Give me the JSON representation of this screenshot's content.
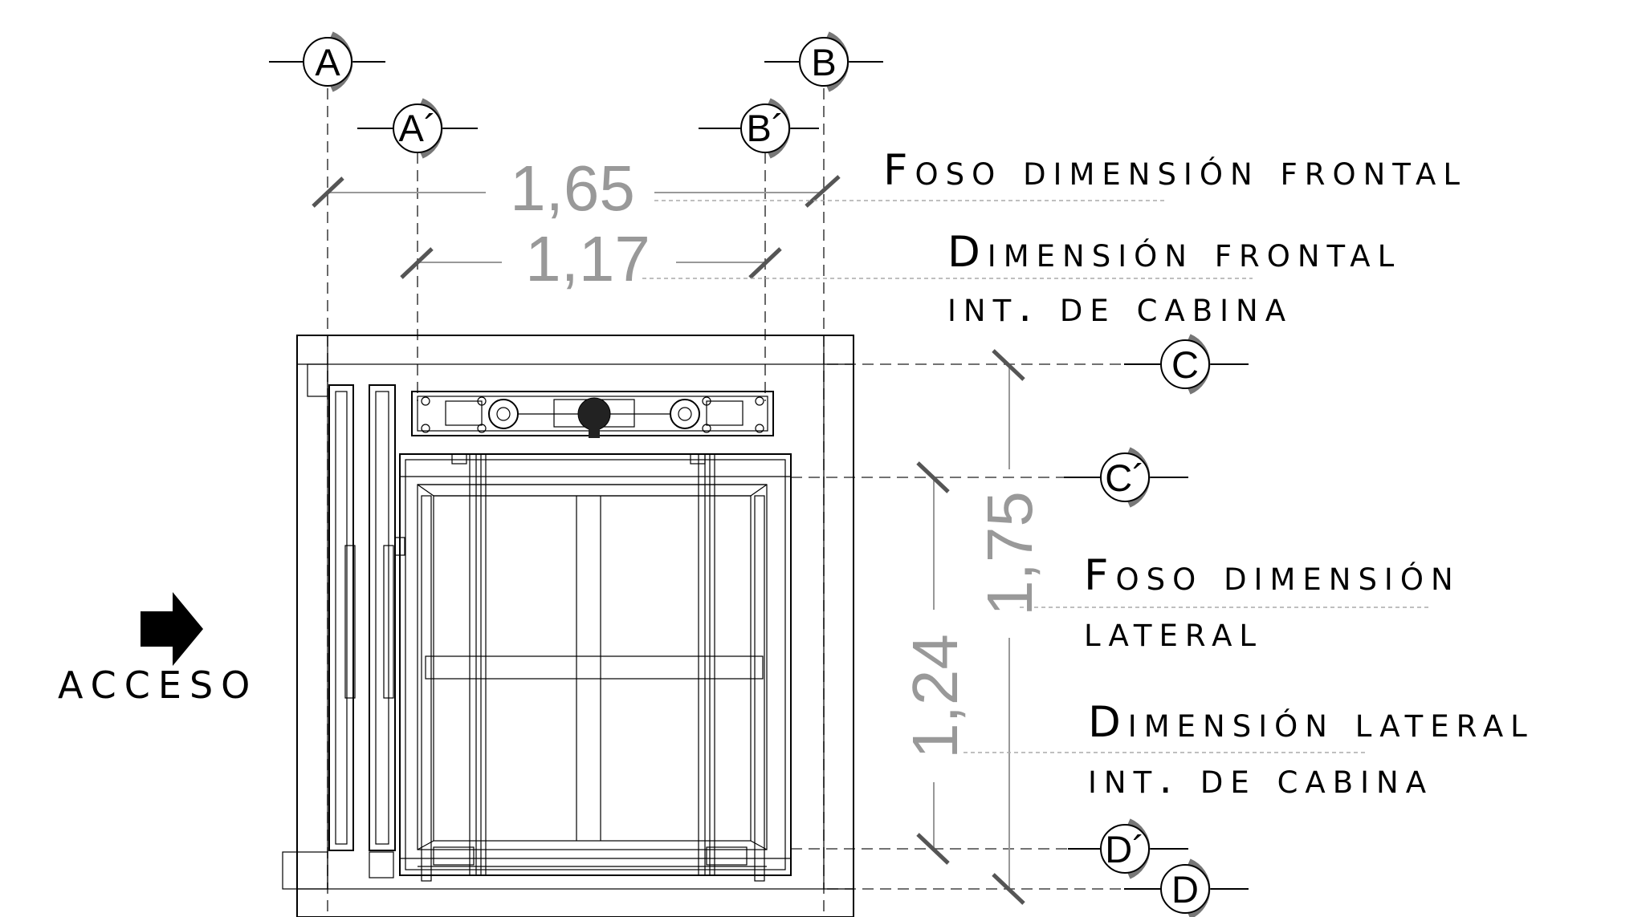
{
  "axes": {
    "a": "A",
    "a_prime": "A´",
    "b": "B",
    "b_prime": "B´",
    "c": "C",
    "c_prime": "C´",
    "d": "D",
    "d_prime": "D´"
  },
  "dimensions": {
    "pit_front": "1,65",
    "cabin_front": "1,17",
    "pit_side": "1,75",
    "cabin_side": "1,24"
  },
  "labels": {
    "pit_front": "Foso dimensión frontal",
    "cabin_front_line1": "Dimensión frontal",
    "cabin_front_line2": "int. de cabina",
    "pit_side_line1": "Foso dimensión",
    "pit_side_line2": "lateral",
    "cabin_side_line1": "Dimensión lateral",
    "cabin_side_line2": "int. de cabina",
    "access": "ACCESO"
  }
}
